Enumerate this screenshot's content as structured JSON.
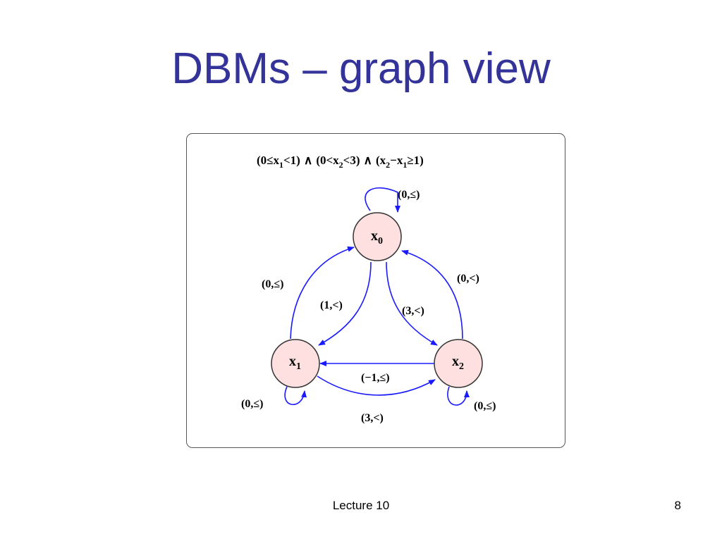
{
  "slide": {
    "title": "DBMs – graph view",
    "footer": "Lecture 10",
    "page_number": "8"
  },
  "diagram": {
    "constraint": {
      "part1_open": "(0≤x",
      "part1_sub": "1",
      "part1_close": "<1)",
      "and1": "∧",
      "part2_open": "(0<x",
      "part2_sub": "2",
      "part2_close": "<3)",
      "and2": "∧",
      "part3_open": "(x",
      "part3_sub_a": "2",
      "part3_mid": "−x",
      "part3_sub_b": "1",
      "part3_close": "≥1)"
    },
    "nodes": [
      {
        "name": "x",
        "sub": "0"
      },
      {
        "name": "x",
        "sub": "1"
      },
      {
        "name": "x",
        "sub": "2"
      }
    ],
    "edges": [
      {
        "label": "(0,≤)"
      },
      {
        "label": "(0,≤)"
      },
      {
        "label": "(1,<)"
      },
      {
        "label": "(3,<)"
      },
      {
        "label": "(0,<)"
      },
      {
        "label": "(−1,≤)"
      },
      {
        "label": "(3,<)"
      },
      {
        "label": "(0,≤)"
      },
      {
        "label": "(0,≤)"
      }
    ],
    "colors": {
      "edge": "#1a1aff",
      "node_fill": "#ffe0e0",
      "node_stroke": "#333333"
    }
  }
}
